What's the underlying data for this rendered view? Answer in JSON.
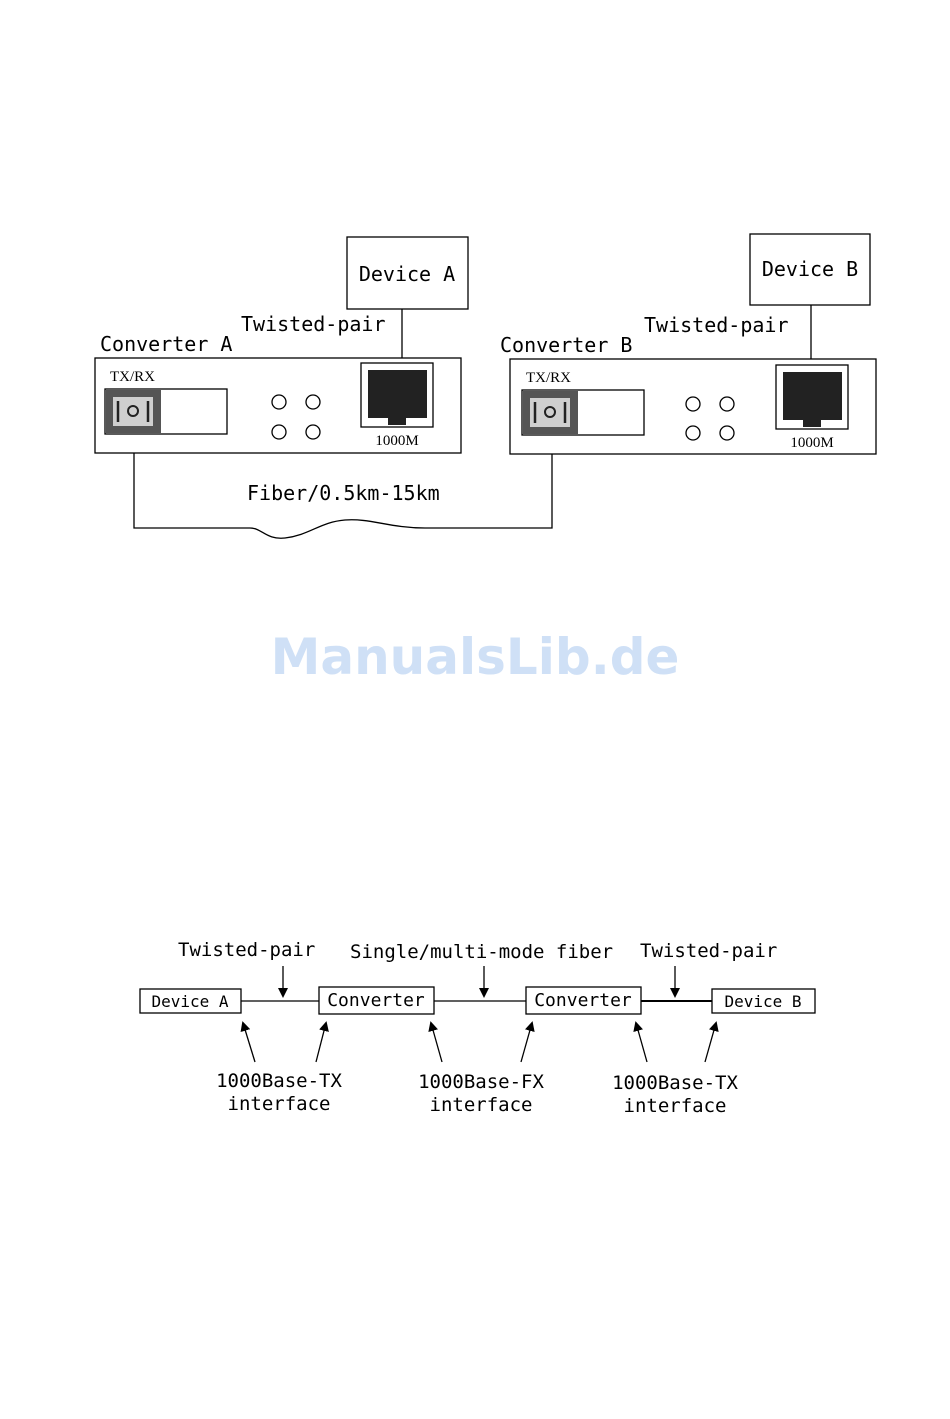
{
  "top_diagram": {
    "device_a": "Device A",
    "device_b": "Device B",
    "twisted_pair_a": "Twisted-pair",
    "twisted_pair_b": "Twisted-pair",
    "converter_a": "Converter A",
    "converter_b": "Converter B",
    "port_label_a": "TX/RX",
    "port_label_b": "TX/RX",
    "rj45_label_a": "1000M",
    "rj45_label_b": "1000M",
    "fiber_label": "Fiber/0.5km-15km"
  },
  "bottom_diagram": {
    "twisted_pair_left": "Twisted-pair",
    "fiber_label": "Single/multi-mode fiber",
    "twisted_pair_right": "Twisted-pair",
    "device_a": "Device A",
    "converter_left": "Converter",
    "converter_right": "Converter",
    "device_b": "Device B",
    "interface_left_line1": "1000Base-TX",
    "interface_left_line2": "interface",
    "interface_mid_line1": "1000Base-FX",
    "interface_mid_line2": "interface",
    "interface_right_line1": "1000Base-TX",
    "interface_right_line2": "interface"
  },
  "watermark": "ManualsLib.de"
}
